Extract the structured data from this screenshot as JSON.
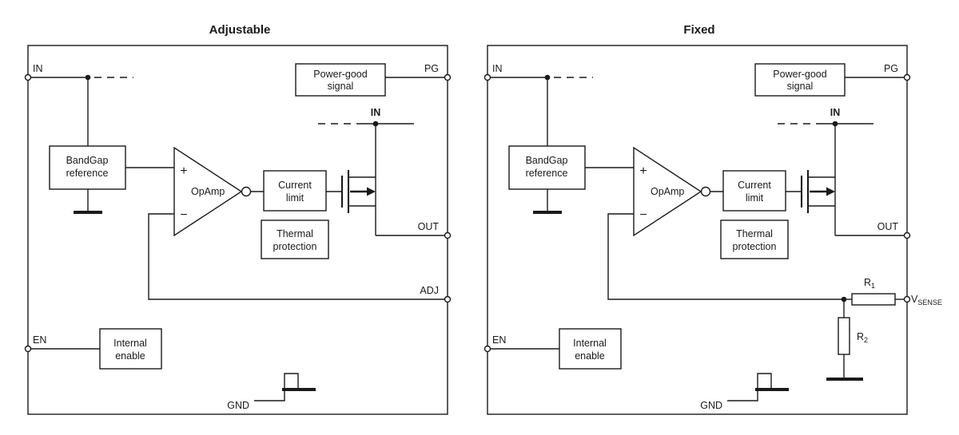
{
  "page": {
    "background": "#ffffff",
    "line_color": "#1a1a1a"
  },
  "adjustable": {
    "title": "Adjustable",
    "pins": {
      "in": "IN",
      "pg": "PG",
      "out": "OUT",
      "adj": "ADJ",
      "en": "EN",
      "gnd": "GND",
      "rail_in": "IN"
    },
    "blocks": {
      "bandgap": {
        "line1": "BandGap",
        "line2": "reference"
      },
      "opamp": {
        "label": "OpAmp",
        "plus": "+",
        "minus": "−"
      },
      "current_limit": {
        "line1": "Current",
        "line2": "limit"
      },
      "thermal": {
        "line1": "Thermal",
        "line2": "protection"
      },
      "power_good": {
        "line1": "Power-good",
        "line2": "signal"
      },
      "internal_enable": {
        "line1": "Internal",
        "line2": "enable"
      }
    }
  },
  "fixed": {
    "title": "Fixed",
    "pins": {
      "in": "IN",
      "pg": "PG",
      "out": "OUT",
      "en": "EN",
      "gnd": "GND",
      "rail_in": "IN",
      "vsense": "V",
      "vsense_sub": "SENSE"
    },
    "blocks": {
      "bandgap": {
        "line1": "BandGap",
        "line2": "reference"
      },
      "opamp": {
        "label": "OpAmp",
        "plus": "+",
        "minus": "−"
      },
      "current_limit": {
        "line1": "Current",
        "line2": "limit"
      },
      "thermal": {
        "line1": "Thermal",
        "line2": "protection"
      },
      "power_good": {
        "line1": "Power-good",
        "line2": "signal"
      },
      "internal_enable": {
        "line1": "Internal",
        "line2": "enable"
      }
    },
    "components": {
      "r1": {
        "name": "R",
        "sub": "1"
      },
      "r2": {
        "name": "R",
        "sub": "2"
      }
    }
  }
}
